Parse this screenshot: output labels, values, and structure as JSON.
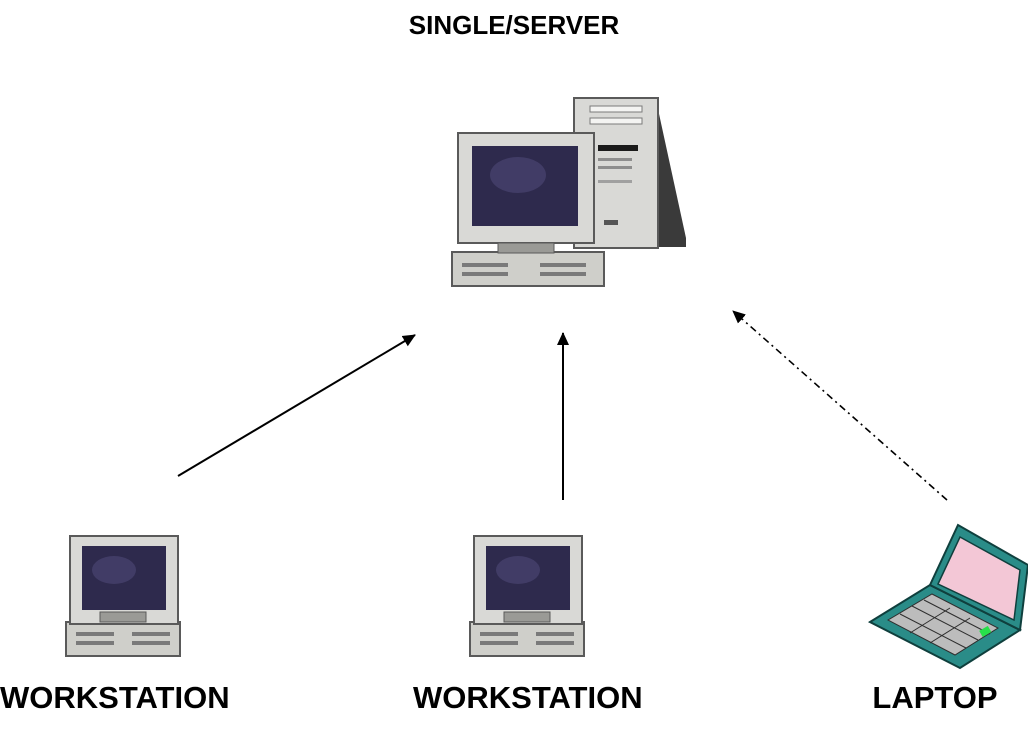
{
  "title": "SINGLE/SERVER",
  "nodes": {
    "server": {
      "icon": "server-tower-icon"
    },
    "workstation_left": {
      "label": "WORKSTATION",
      "icon": "workstation-icon"
    },
    "workstation_center": {
      "label": "WORKSTATION",
      "icon": "workstation-icon"
    },
    "laptop": {
      "label": "LAPTOP",
      "icon": "laptop-icon"
    }
  },
  "edges": [
    {
      "from": "workstation_left",
      "to": "server",
      "style": "solid"
    },
    {
      "from": "workstation_center",
      "to": "server",
      "style": "solid"
    },
    {
      "from": "laptop",
      "to": "server",
      "style": "dash-dot"
    }
  ],
  "colors": {
    "monitor_screen": "#2e2a4d",
    "laptop_body": "#2a8c88",
    "laptop_screen": "#f3c7d6"
  }
}
